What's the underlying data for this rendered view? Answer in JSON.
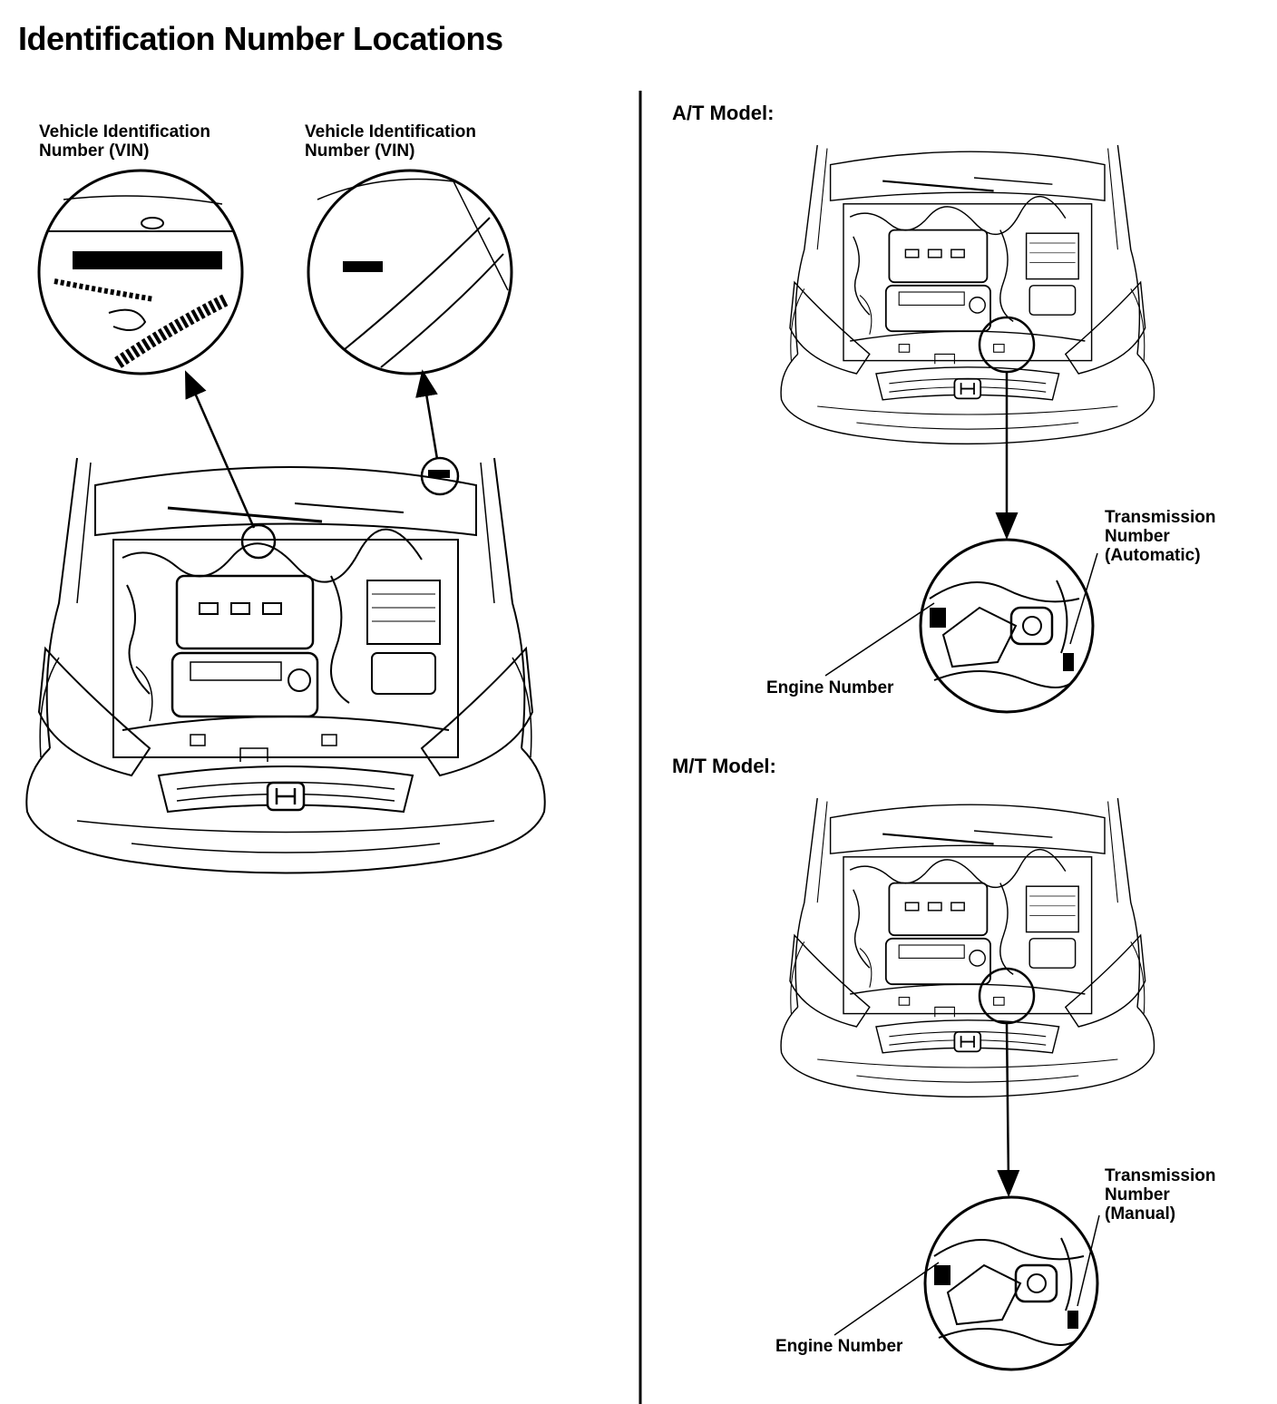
{
  "page": {
    "title": "Identification Number Locations"
  },
  "left_panel": {
    "callouts": [
      {
        "label": "Vehicle Identification\nNumber (VIN)"
      },
      {
        "label": "Vehicle Identification\nNumber (VIN)"
      }
    ]
  },
  "right_panel": {
    "at_model": {
      "heading": "A/T Model:",
      "transmission_label": "Transmission\nNumber\n(Automatic)",
      "engine_label": "Engine Number"
    },
    "mt_model": {
      "heading": "M/T Model:",
      "transmission_label": "Transmission\nNumber\n(Manual)",
      "engine_label": "Engine Number"
    }
  }
}
